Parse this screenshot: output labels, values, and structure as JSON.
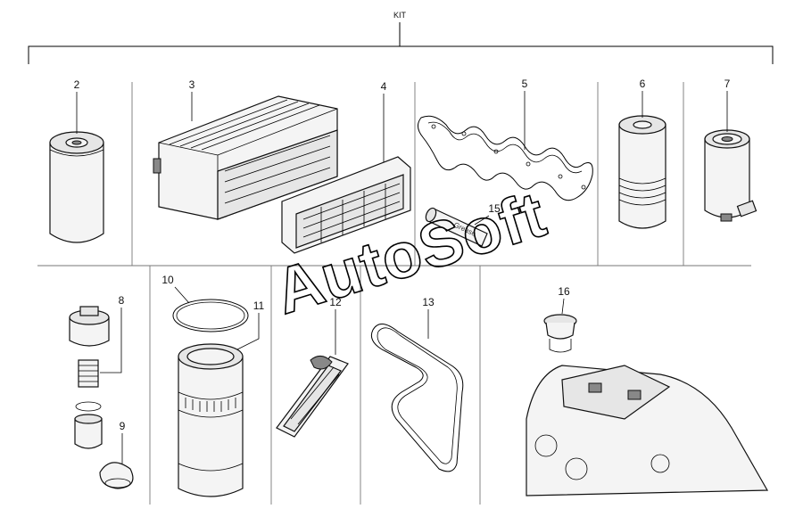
{
  "kit_label": "KIT",
  "callouts": [
    "2",
    "3",
    "4",
    "5",
    "6",
    "7",
    "8",
    "9",
    "10",
    "11",
    "12",
    "13",
    "15",
    "16"
  ],
  "tube_text": "Grease",
  "watermark": "AutoSoft"
}
